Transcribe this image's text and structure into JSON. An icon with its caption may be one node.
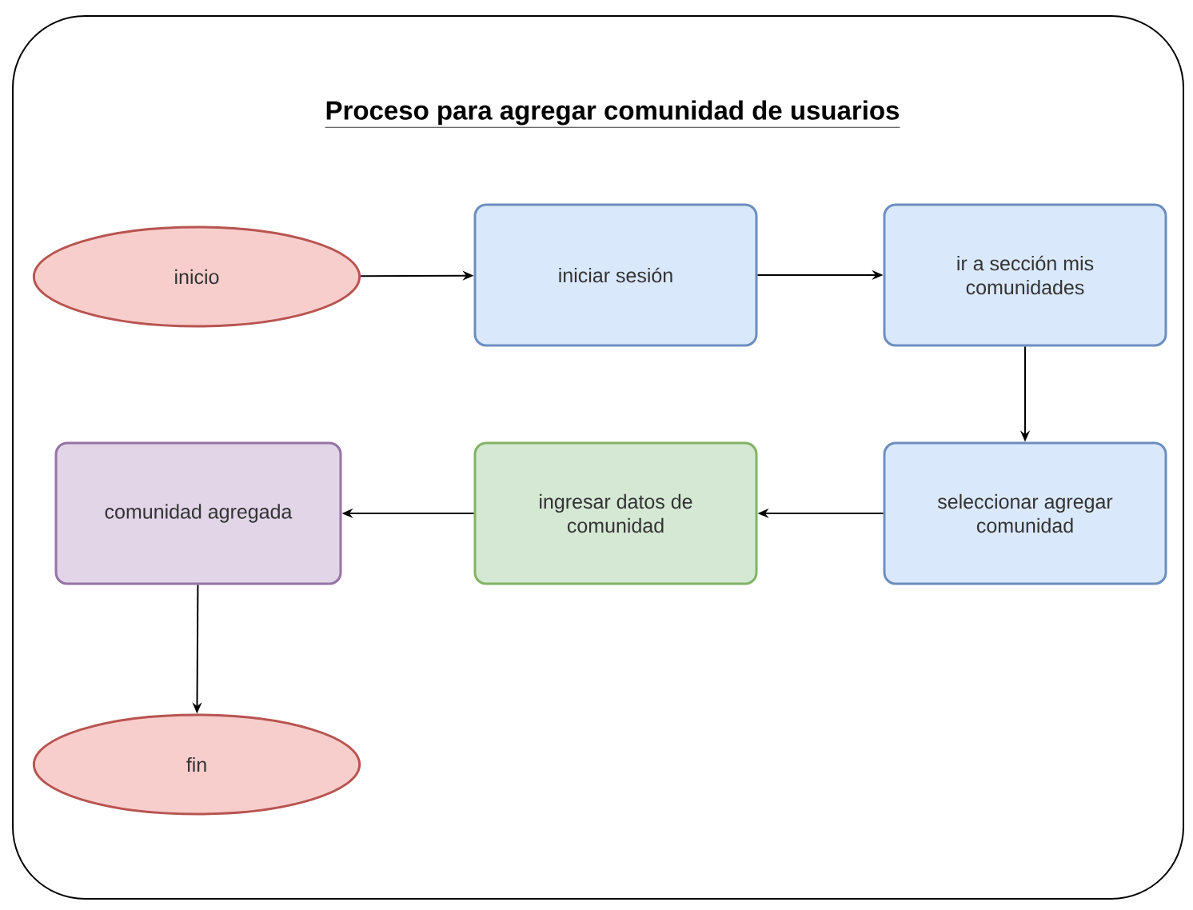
{
  "diagram": {
    "nodes": [
      {
        "text": [
          "Proceso para agregar comunidad de usuarios"
        ]
      },
      {
        "text": [
          "inicio"
        ],
        "in": 0
      },
      {
        "text": [
          "iniciar sesión"
        ],
        "in": 0
      },
      {
        "text": [
          "ir a sección mis comunidades"
        ],
        "in": 0
      },
      {
        "text": [
          "seleccionar agregar comunidad"
        ],
        "in": 0
      },
      {
        "text": [
          "ingresar datos de comunidad"
        ],
        "in": 0
      },
      {
        "text": [
          "comunidad agregada"
        ],
        "in": 0
      },
      {
        "text": [
          "fin"
        ],
        "in": 0
      }
    ],
    "edges": [
      {
        "from": 1,
        "to": 2,
        "arrow": "to"
      },
      {
        "from": 2,
        "to": 3,
        "arrow": "to"
      },
      {
        "from": 3,
        "to": 4,
        "arrow": "to"
      },
      {
        "from": 4,
        "to": 5,
        "arrow": "to"
      },
      {
        "from": 5,
        "to": 6,
        "arrow": "to"
      },
      {
        "from": 6,
        "to": 7,
        "arrow": "to"
      }
    ]
  }
}
